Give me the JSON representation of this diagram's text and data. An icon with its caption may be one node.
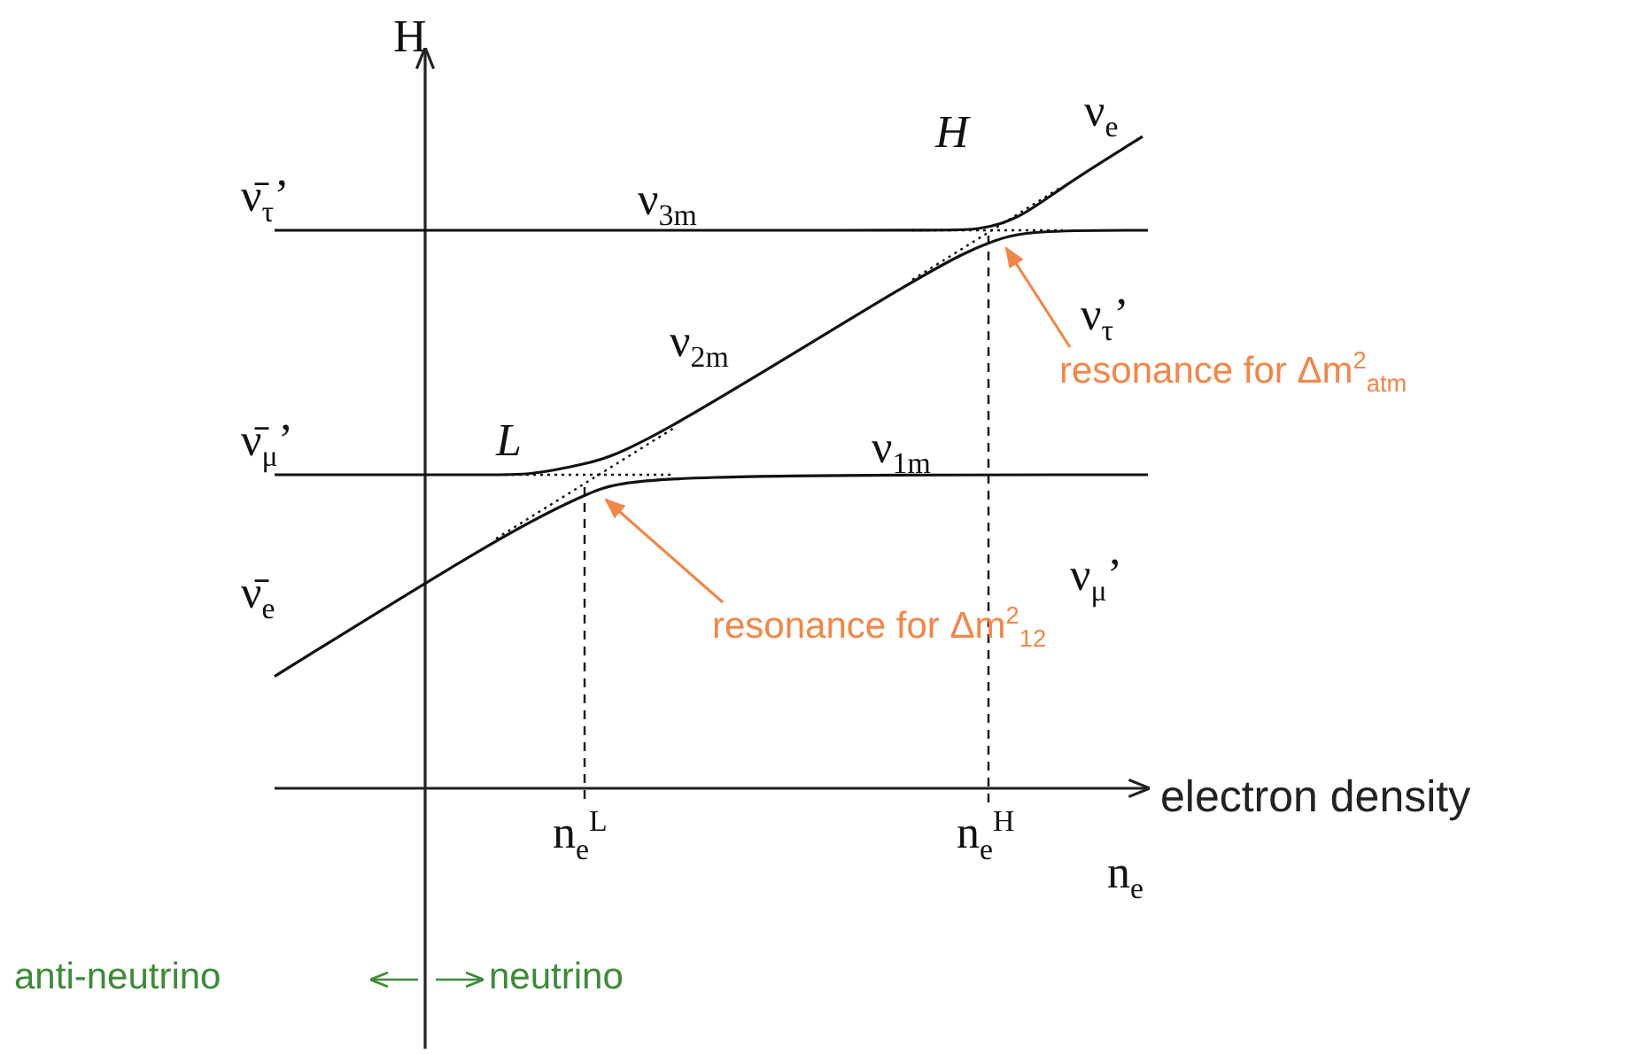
{
  "diagram": {
    "nodes": [
      {
        "text": [
          "resonance for Δm$^{2}$$_{atm}$"
        ]
      },
      {
        "text": [
          "resonance for Δm$^{2}$$_{12}$"
        ]
      }
    ],
    "edges": [
      {
        "from": 0,
        "to": null,
        "arrow": "to"
      },
      {
        "from": 1,
        "to": null,
        "arrow": "to"
      }
    ],
    "labels": [
      "H",
      "H",
      "ν$_{e}$",
      "ν̄$_{τ}$’",
      "ν$_{3m}$",
      "ν$_{τ}$’",
      "ν$_{2m}$",
      "ν̄$_{μ}$’",
      "L",
      "ν$_{1m}$",
      "ν̄$_{e}$",
      "ν$_{μ}$’",
      "n$_{e}$$^{L}$",
      "n$_{e}$$^{H}$",
      "n$_{e}$",
      "electron density",
      "anti-neutrino",
      "neutrino"
    ]
  }
}
